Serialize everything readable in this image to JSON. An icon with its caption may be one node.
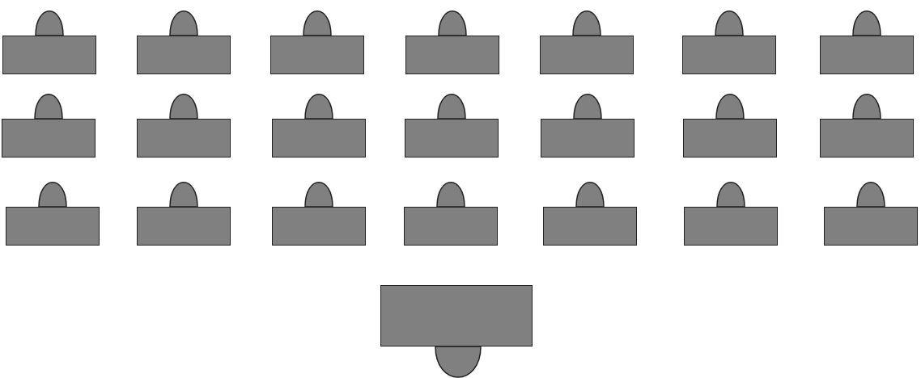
{
  "diagram": {
    "nodes": [
      {
        "text": [],
        "shape": "person"
      },
      {
        "text": [],
        "shape": "box"
      },
      {
        "text": [],
        "shape": "person"
      },
      {
        "text": [],
        "shape": "box"
      },
      {
        "text": [],
        "shape": "person"
      },
      {
        "text": [],
        "shape": "box"
      },
      {
        "text": [],
        "shape": "person"
      },
      {
        "text": [],
        "shape": "box"
      },
      {
        "text": [],
        "shape": "person"
      },
      {
        "text": [],
        "shape": "box"
      },
      {
        "text": [],
        "shape": "person"
      },
      {
        "text": [],
        "shape": "box"
      },
      {
        "text": [],
        "shape": "person"
      },
      {
        "text": [],
        "shape": "box"
      },
      {
        "text": [],
        "shape": "person"
      },
      {
        "text": [],
        "shape": "box"
      },
      {
        "text": [],
        "shape": "person"
      },
      {
        "text": [],
        "shape": "box"
      },
      {
        "text": [],
        "shape": "person"
      },
      {
        "text": [],
        "shape": "box"
      },
      {
        "text": [],
        "shape": "person"
      },
      {
        "text": [],
        "shape": "box"
      },
      {
        "text": [],
        "shape": "person"
      },
      {
        "text": [],
        "shape": "box"
      },
      {
        "text": [],
        "shape": "person"
      },
      {
        "text": [],
        "shape": "box"
      },
      {
        "text": [],
        "shape": "person"
      },
      {
        "text": [],
        "shape": "box"
      },
      {
        "text": [],
        "shape": "person"
      },
      {
        "text": [],
        "shape": "box"
      },
      {
        "text": [],
        "shape": "person"
      },
      {
        "text": [],
        "shape": "box"
      },
      {
        "text": [],
        "shape": "person"
      },
      {
        "text": [],
        "shape": "box"
      },
      {
        "text": [],
        "shape": "person"
      },
      {
        "text": [],
        "shape": "box"
      },
      {
        "text": [],
        "shape": "person"
      },
      {
        "text": [],
        "shape": "box"
      },
      {
        "text": [],
        "shape": "person"
      },
      {
        "text": [],
        "shape": "box"
      },
      {
        "text": [],
        "shape": "person"
      },
      {
        "text": [],
        "shape": "box"
      },
      {
        "text": [],
        "shape": "box"
      },
      {
        "text": [],
        "shape": "person"
      }
    ]
  }
}
